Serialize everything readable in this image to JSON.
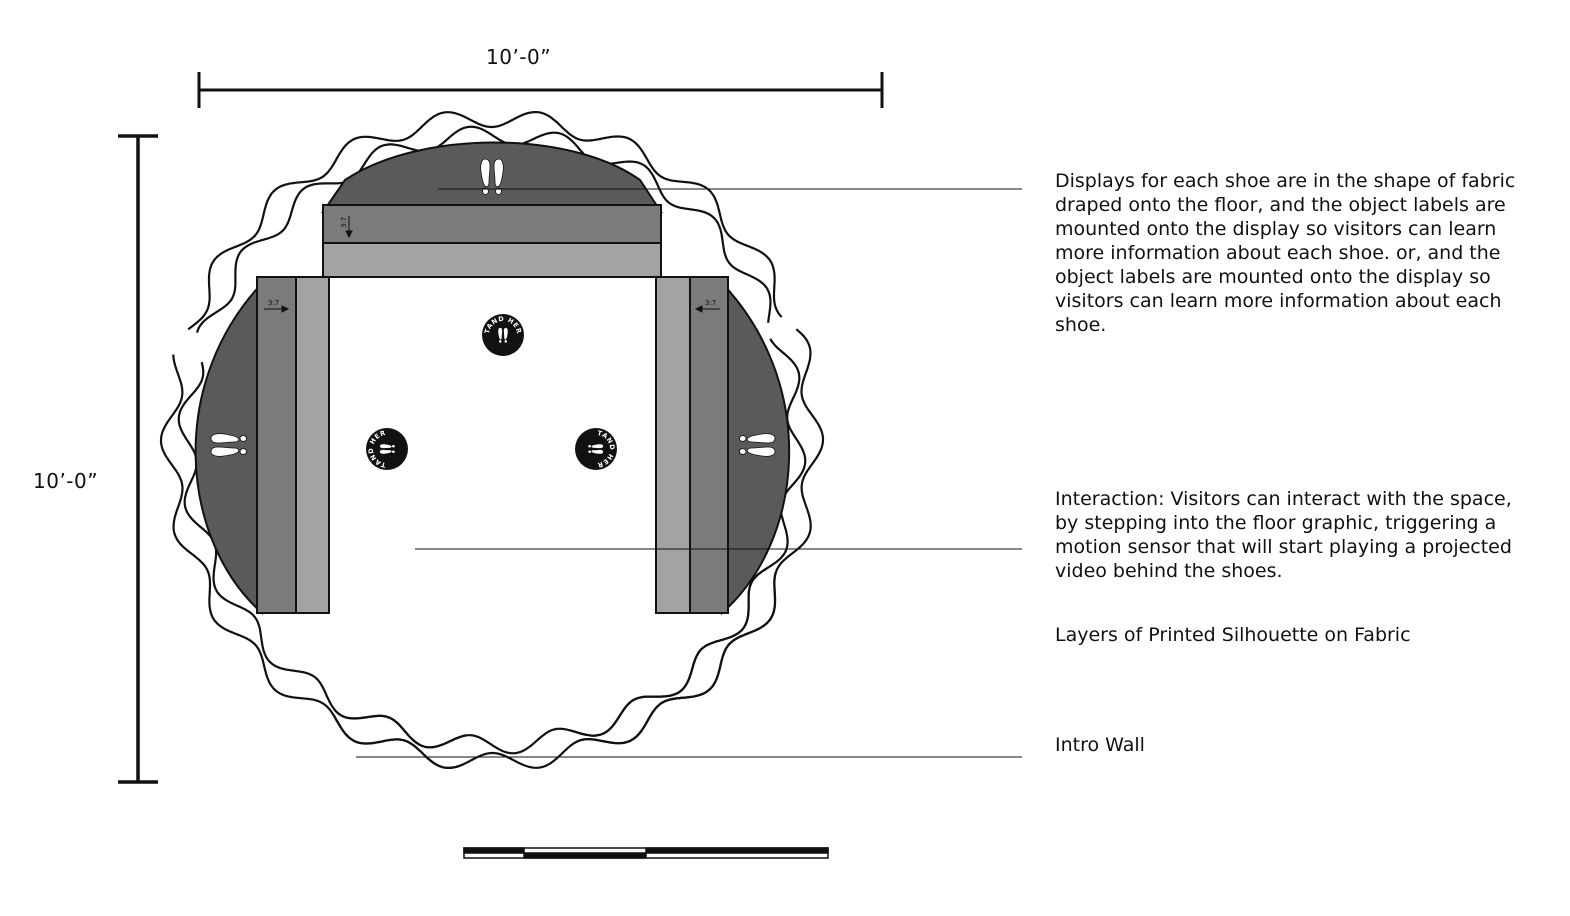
{
  "dimensions": {
    "width_label": "10’-0”",
    "height_label": "10’-0”"
  },
  "annotations": {
    "displays": "Displays for each shoe are in the shape of fabric draped onto the floor, and the object labels are mounted onto the display so visitors can learn more information about each shoe. or, and the object labels are mounted onto the display so visitors can learn more information about each shoe.",
    "interaction": "Interaction: Visitors can interact with the space, by stepping into the floor graphic, triggering a motion sensor that will start playing a projected video behind the shoes.",
    "layers": "Layers of Printed Silhouette on Fabric",
    "intro_wall": "Intro Wall"
  },
  "plan": {
    "label_height_mark": "3:7",
    "floor_sticker_text": "STAND HERE",
    "colors": {
      "dark_fabric": "#5a5a5a",
      "mid_plinth": "#7b7b7b",
      "light_plinth": "#a3a3a3",
      "outline": "#111111"
    }
  }
}
